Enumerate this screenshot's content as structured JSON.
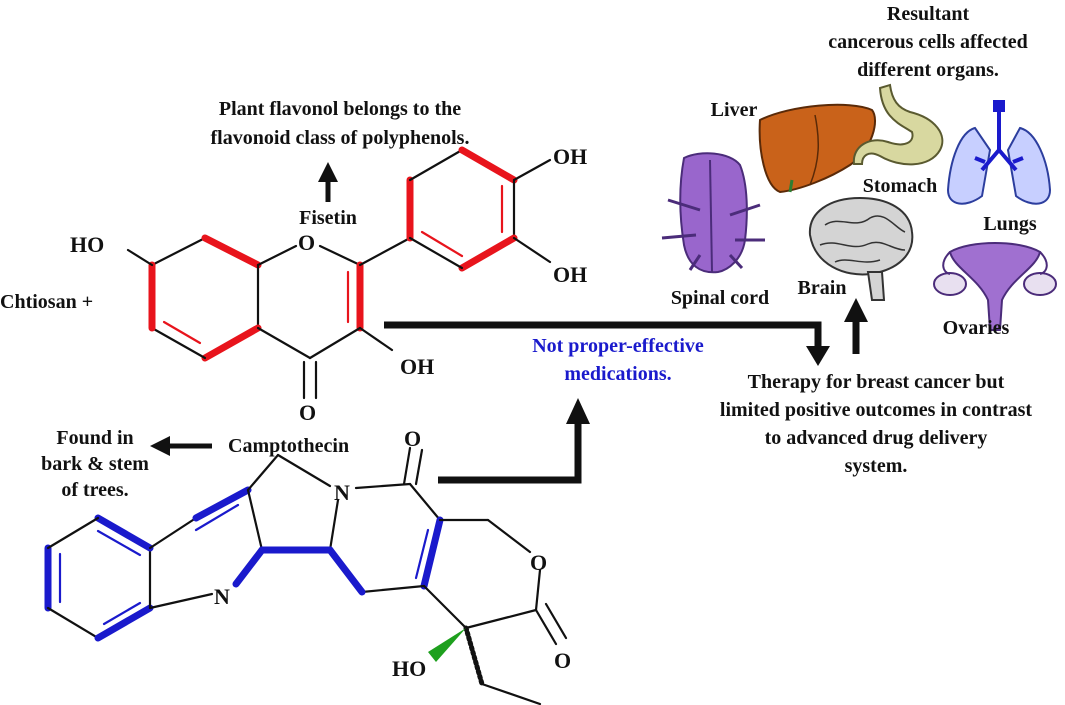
{
  "labels": {
    "flavonol_note_line1": "Plant flavonol belongs to the",
    "flavonol_note_line2": "flavonoid class of polyphenols.",
    "fisetin": "Fisetin",
    "chitosan": "Chtiosan +",
    "camptothecin": "Camptothecin",
    "found_line1": "Found in",
    "found_line2": "bark & stem",
    "found_line3": "of trees.",
    "not_proper_line1": "Not proper-effective",
    "not_proper_line2": "medications.",
    "therapy_line1": "Therapy for breast cancer but",
    "therapy_line2": "limited positive outcomes in contrast",
    "therapy_line3": "to advanced drug delivery",
    "therapy_line4": "system.",
    "resultant_line1": "Resultant",
    "resultant_line2": "cancerous cells affected",
    "resultant_line3": "different organs."
  },
  "organs": {
    "liver": "Liver",
    "stomach": "Stomach",
    "lungs": "Lungs",
    "spinal_cord": "Spinal cord",
    "brain": "Brain",
    "ovaries": "Ovaries"
  },
  "atoms": {
    "ho_fisetin": "HO",
    "o_ring": "O",
    "oh_top": "OH",
    "oh_mid": "OH",
    "oh_c3": "OH",
    "o_carbonyl": "O",
    "o_campto_top": "O",
    "n_campto": "N",
    "n_quinoline": "N",
    "o_lactone": "O",
    "o_lactone_carbonyl": "O",
    "ho_campto": "HO"
  },
  "colors": {
    "fisetin_bonds": "#e8141c",
    "camptothecin_bonds": "#1a1acc",
    "text": "#111111",
    "note_blue": "#1a1acc"
  }
}
